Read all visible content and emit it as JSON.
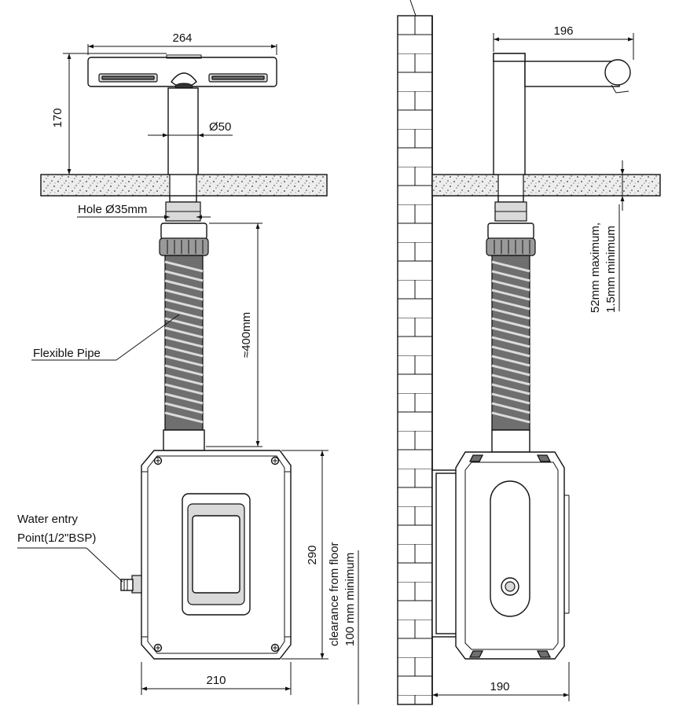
{
  "front_view": {
    "width_top": "264",
    "height_spout": "170",
    "pipe_diameter": "Ø50",
    "hole": "Hole Ø35mm",
    "hose_length": "≈400mm",
    "flexible_pipe": "Flexible Pipe",
    "water_entry_line1": "Water entry",
    "water_entry_line2": "Point(1/2\"BSP)",
    "box_height": "290",
    "clearance_line1": "clearance from floor",
    "clearance_line2": "100 mm minimum",
    "box_width": "210"
  },
  "side_view": {
    "reach": "196",
    "deck_line1": "52mm maximum,",
    "deck_line2": "1.5mm minimum",
    "box_depth": "190"
  },
  "colors": {
    "line": "#111111",
    "hose_dark": "#6f6f6f",
    "stone_fill": "#e6e6e6"
  }
}
